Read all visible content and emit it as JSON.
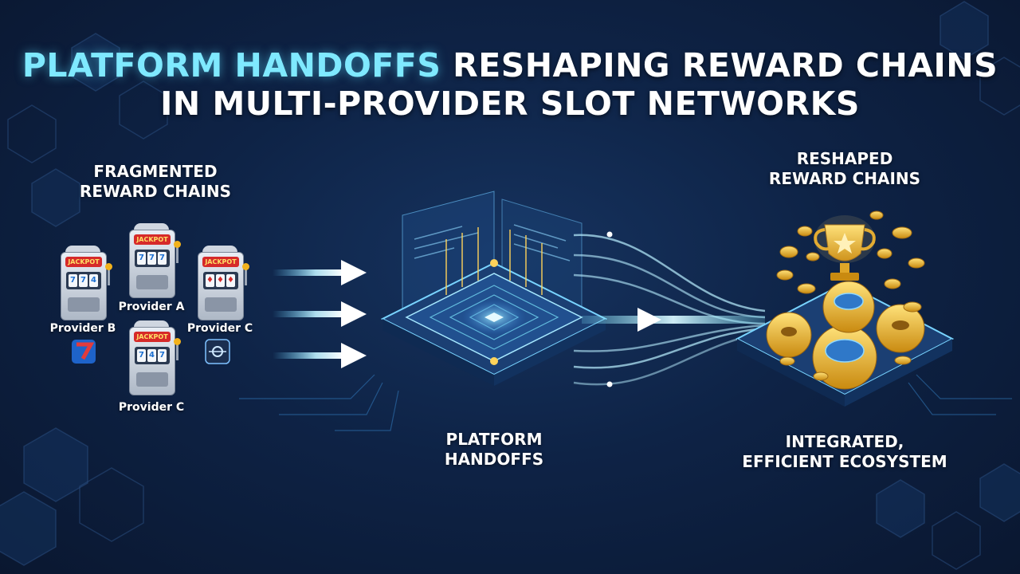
{
  "title": {
    "highlight": "PLATFORM HANDOFFS",
    "line1_rest": " RESHAPING REWARD CHAINS",
    "line2": "IN MULTI-PROVIDER SLOT NETWORKS"
  },
  "sections": {
    "left": {
      "line1": "FRAGMENTED",
      "line2": "REWARD CHAINS"
    },
    "center": {
      "line1": "PLATFORM",
      "line2": "HANDOFFS"
    },
    "right_top": {
      "line1": "RESHAPED",
      "line2": "REWARD CHAINS"
    },
    "right_bottom": {
      "line1": "INTEGRATED,",
      "line2": "EFFICIENT ECOSYSTEM"
    }
  },
  "providers": [
    {
      "label": "Provider B",
      "banner": "JACKPOT"
    },
    {
      "label": "Provider A",
      "banner": "JACKPOT"
    },
    {
      "label": "Provider C",
      "banner": "JACKPOT"
    },
    {
      "label": "Provider C",
      "banner": "JACKPOT"
    }
  ],
  "colors": {
    "accent": "#7fe9ff",
    "background": "#0e2346",
    "gold": "#f2b21c",
    "jackpot_red": "#d62a2a"
  },
  "icons": [
    "slot-machine-icon",
    "arrow-right-icon",
    "platform-chip-icon",
    "trophy-icon",
    "gear-icon",
    "coin-icon"
  ]
}
